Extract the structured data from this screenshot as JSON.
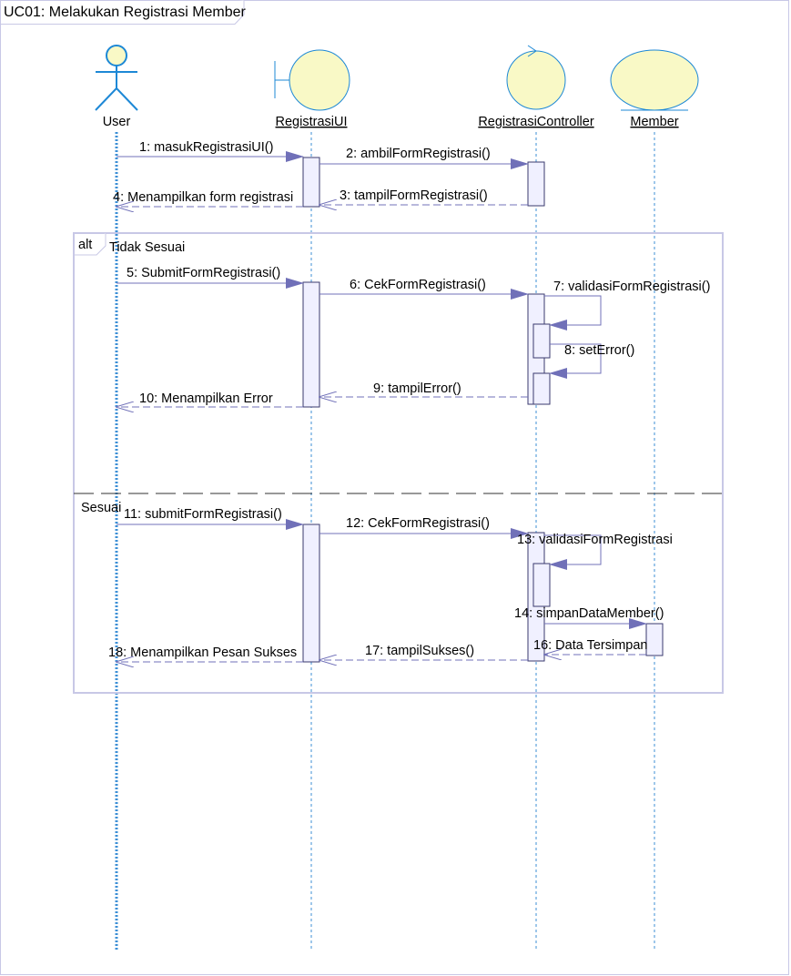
{
  "diagram": {
    "title": "UC01: Melakukan Registrasi Member",
    "colors": {
      "lifeline": "#3c8fd6",
      "symbol_fill": "#f9f9c6",
      "symbol_stroke": "#1d88d6",
      "activation_fill": "#f0f0ff",
      "activation_stroke": "#3a3a6e",
      "message": "#7070b8",
      "fragment_border": "#c8c8e6"
    },
    "participants": [
      {
        "id": "user",
        "name": "User",
        "kind": "actor",
        "icon": "actor-icon"
      },
      {
        "id": "ui",
        "name": "RegistrasiUI",
        "kind": "boundary",
        "icon": "boundary-icon"
      },
      {
        "id": "ctrl",
        "name": "RegistrasiController",
        "kind": "control",
        "icon": "control-icon"
      },
      {
        "id": "member",
        "name": "Member",
        "kind": "entity",
        "icon": "entity-icon"
      }
    ],
    "fragment": {
      "operator": "alt",
      "operands": [
        {
          "guard": "Tidak Sesuai"
        },
        {
          "guard": "Sesuai"
        }
      ]
    },
    "messages": [
      {
        "label": "1: masukRegistrasiUI()",
        "from": "user",
        "to": "ui",
        "type": "call"
      },
      {
        "label": "2: ambilFormRegistrasi()",
        "from": "ui",
        "to": "ctrl",
        "type": "call"
      },
      {
        "label": "3: tampilFormRegistrasi()",
        "from": "ctrl",
        "to": "ui",
        "type": "return"
      },
      {
        "label": "4: Menampilkan form registrasi",
        "from": "ui",
        "to": "user",
        "type": "return"
      },
      {
        "label": "5: SubmitFormRegistrasi()",
        "from": "user",
        "to": "ui",
        "type": "call"
      },
      {
        "label": "6: CekFormRegistrasi()",
        "from": "ui",
        "to": "ctrl",
        "type": "call"
      },
      {
        "label": "7: validasiFormRegistrasi()",
        "from": "ctrl",
        "to": "ctrl",
        "type": "self"
      },
      {
        "label": "8: setError()",
        "from": "ctrl",
        "to": "ctrl",
        "type": "self"
      },
      {
        "label": "9: tampilError()",
        "from": "ctrl",
        "to": "ui",
        "type": "return"
      },
      {
        "label": "10: Menampilkan Error",
        "from": "ui",
        "to": "user",
        "type": "return"
      },
      {
        "label": "11: submitFormRegistrasi()",
        "from": "user",
        "to": "ui",
        "type": "call"
      },
      {
        "label": "12: CekFormRegistrasi()",
        "from": "ui",
        "to": "ctrl",
        "type": "call"
      },
      {
        "label": "13: validasiFormRegistrasi",
        "from": "ctrl",
        "to": "ctrl",
        "type": "self"
      },
      {
        "label": "14: simpanDataMember()",
        "from": "ctrl",
        "to": "member",
        "type": "call"
      },
      {
        "label": "16: Data Tersimpan",
        "from": "member",
        "to": "ctrl",
        "type": "return"
      },
      {
        "label": "17: tampilSukses()",
        "from": "ctrl",
        "to": "ui",
        "type": "return"
      },
      {
        "label": "18: Menampilkan Pesan Sukses",
        "from": "ui",
        "to": "user",
        "type": "return"
      }
    ]
  }
}
